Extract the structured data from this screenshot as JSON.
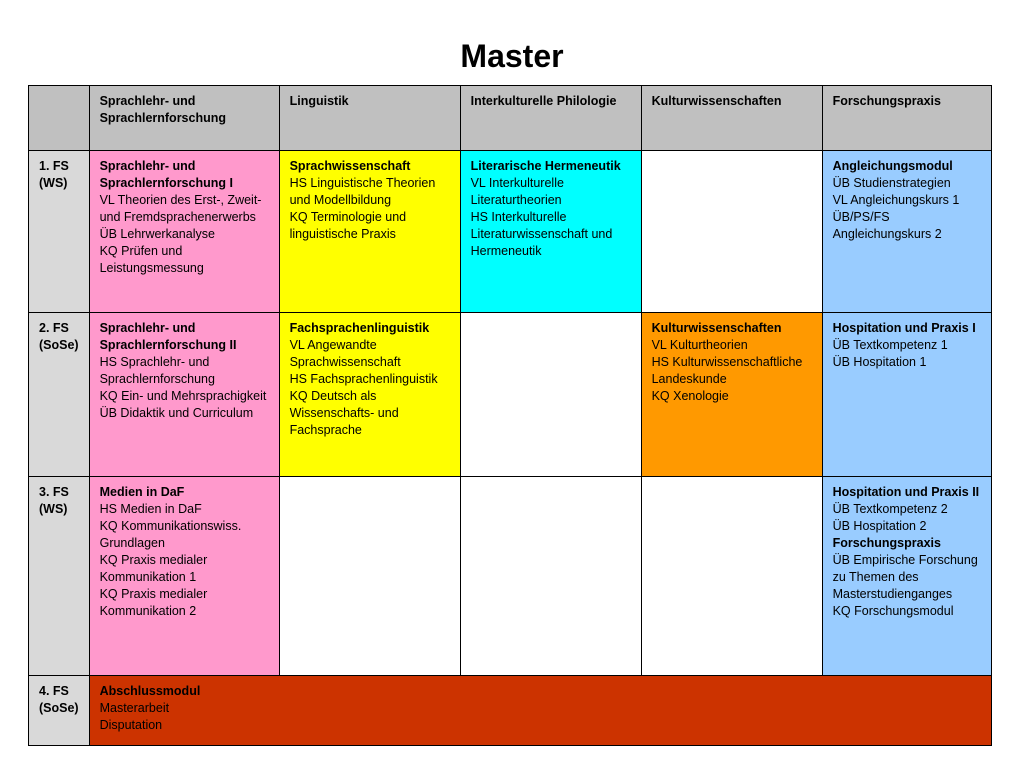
{
  "title": "Master",
  "columns": [
    "",
    "Sprachlehr- und Sprachlernforschung",
    "Linguistik",
    "Interkulturelle Philologie",
    "Kulturwissenschaften",
    "Forschungspraxis"
  ],
  "rows": [
    {
      "label": "1. FS (WS)",
      "cells": [
        {
          "color": "#ff99cc",
          "blocks": [
            {
              "heading": "Sprachlehr- und Sprachlernforschung I",
              "items": [
                "VL Theorien des Erst-, Zweit- und Fremdsprachenerwerbs",
                "ÜB Lehrwerkanalyse",
                "KQ Prüfen und Leistungsmessung"
              ]
            }
          ]
        },
        {
          "color": "#ffff00",
          "blocks": [
            {
              "heading": "Sprachwissenschaft",
              "items": [
                "HS Linguistische Theorien und Modellbildung",
                "KQ Terminologie und linguistische Praxis"
              ]
            }
          ]
        },
        {
          "color": "#00ffff",
          "blocks": [
            {
              "heading": "Literarische Hermeneutik",
              "items": [
                "VL Interkulturelle Literaturtheorien",
                "HS Interkulturelle Literaturwissenschaft und Hermeneutik"
              ]
            }
          ]
        },
        {
          "color": "#ffffff",
          "blocks": []
        },
        {
          "color": "#99ccff",
          "blocks": [
            {
              "heading": "Angleichungsmodul",
              "items": [
                "ÜB Studienstrategien",
                "VL Angleichungskurs 1",
                "ÜB/PS/FS Angleichungskurs 2"
              ]
            }
          ]
        }
      ]
    },
    {
      "label": "2. FS (SoSe)",
      "cells": [
        {
          "color": "#ff99cc",
          "blocks": [
            {
              "heading": "Sprachlehr- und Sprachlernforschung II",
              "items": [
                "HS Sprachlehr- und Sprachlernforschung",
                "KQ Ein- und Mehrsprachigkeit",
                "ÜB Didaktik und Curriculum"
              ]
            }
          ]
        },
        {
          "color": "#ffff00",
          "blocks": [
            {
              "heading": "Fachsprachenlinguistik",
              "items": [
                "VL Angewandte Sprachwissenschaft",
                "HS Fachsprachenlinguistik",
                "KQ Deutsch als Wissenschafts- und Fachsprache"
              ]
            }
          ]
        },
        {
          "color": "#ffffff",
          "blocks": []
        },
        {
          "color": "#ff9900",
          "blocks": [
            {
              "heading": "Kulturwissenschaften",
              "items": [
                "VL Kulturtheorien",
                "HS Kulturwissenschaftliche Landeskunde",
                "KQ Xenologie"
              ]
            }
          ]
        },
        {
          "color": "#99ccff",
          "blocks": [
            {
              "heading": "Hospitation und Praxis I",
              "items": [
                "ÜB Textkompetenz 1",
                "ÜB Hospitation 1"
              ]
            }
          ]
        }
      ]
    },
    {
      "label": "3. FS (WS)",
      "cells": [
        {
          "color": "#ff99cc",
          "blocks": [
            {
              "heading": "Medien in DaF",
              "items": [
                "HS Medien in DaF",
                "KQ Kommunikationswiss. Grundlagen",
                "KQ Praxis medialer Kommunikation 1",
                "KQ Praxis medialer Kommunikation 2"
              ]
            }
          ]
        },
        {
          "color": "#ffffff",
          "blocks": []
        },
        {
          "color": "#ffffff",
          "blocks": []
        },
        {
          "color": "#ffffff",
          "blocks": []
        },
        {
          "color": "#99ccff",
          "blocks": [
            {
              "heading": "Hospitation und Praxis II",
              "items": [
                "ÜB Textkompetenz 2",
                "ÜB Hospitation 2"
              ]
            },
            {
              "heading": "Forschungspraxis",
              "items": [
                "ÜB Empirische Forschung zu Themen des Masterstudienganges",
                "KQ Forschungsmodul"
              ]
            }
          ]
        }
      ]
    }
  ],
  "final_row": {
    "label": "4. FS (SoSe)",
    "color": "#cc3300",
    "heading": "Abschlussmodul",
    "items": [
      "Masterarbeit",
      "Disputation"
    ]
  }
}
